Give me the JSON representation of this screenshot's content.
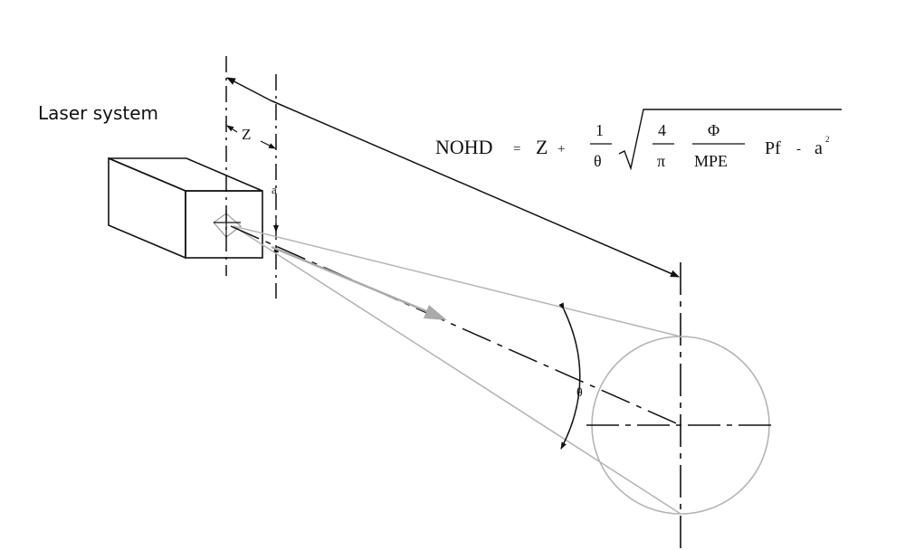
{
  "title": "Laser system",
  "labels": {
    "z": "Z",
    "a": "a",
    "theta": "θ"
  },
  "formula": {
    "lhs": "NOHD",
    "eq": "=",
    "z": "Z",
    "plus": "+",
    "one": "1",
    "theta": "θ",
    "four": "4",
    "pi": "π",
    "phi": "Φ",
    "mpe": "MPE",
    "pf": "Pf",
    "minus": "-",
    "a": "a",
    "exp": "2"
  },
  "colors": {
    "line": "#111111",
    "beam": "#b4b4b4",
    "arrow_fill": "#aaaaaa"
  }
}
